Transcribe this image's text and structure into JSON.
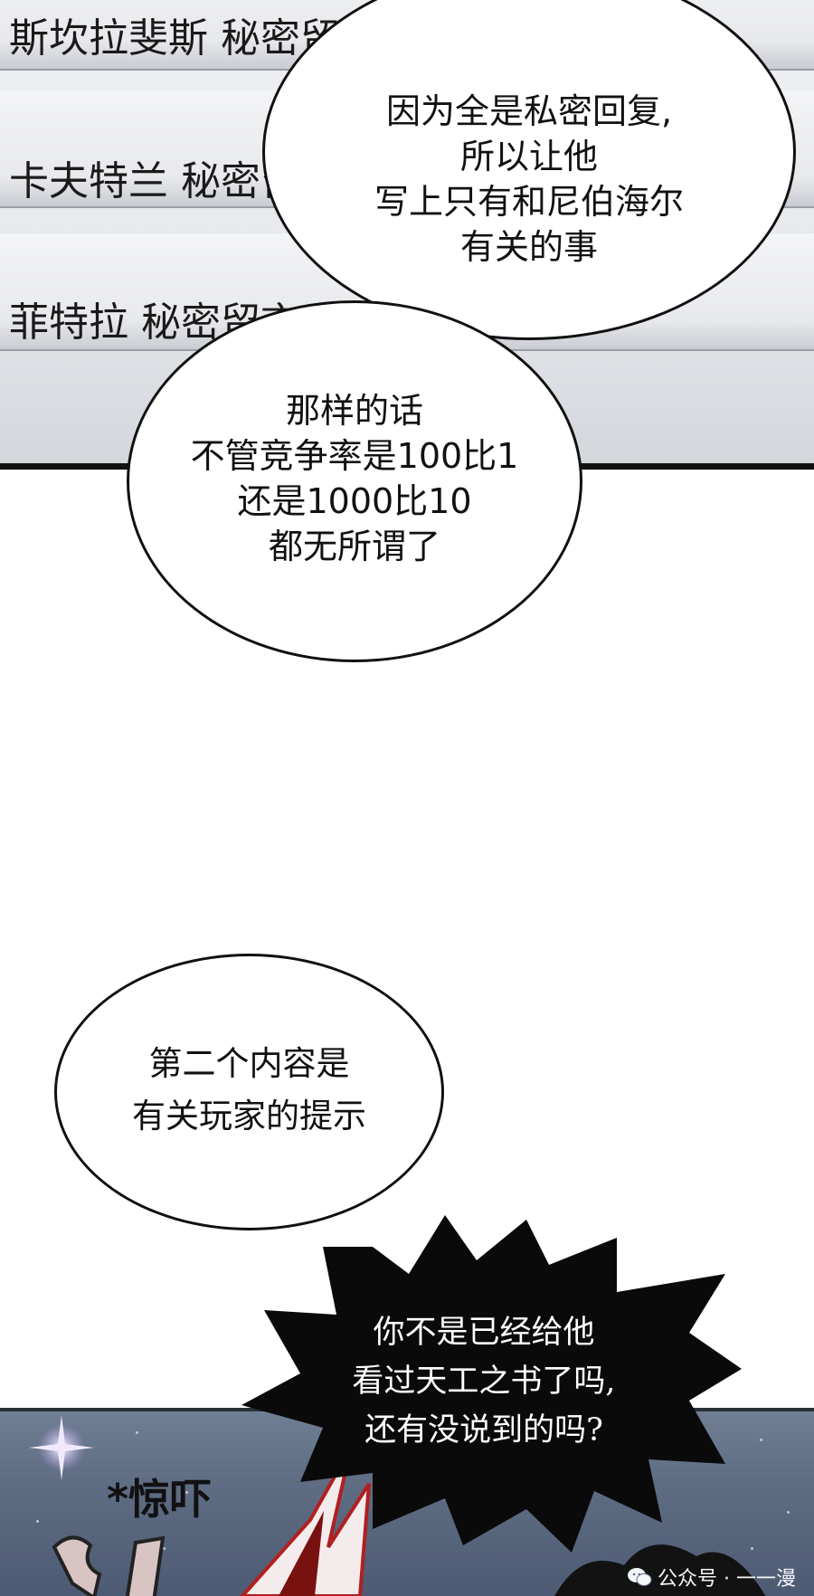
{
  "list_rows": [
    "斯坎拉斐斯 秘密留言",
    "卡夫特兰 秘密留言",
    "菲特拉 秘密留言"
  ],
  "bubbles": [
    {
      "lines": [
        "因为全是私密回复,",
        "所以让他",
        "写上只有和尼伯海尔",
        "有关的事"
      ]
    },
    {
      "lines": [
        "那样的话",
        "不管竞争率是100比1",
        "还是1000比10",
        "都无所谓了"
      ]
    },
    {
      "lines": [
        "第二个内容是",
        "有关玩家的提示"
      ]
    }
  ],
  "spiky_bubble": {
    "lines": [
      "你不是已经给他",
      "看过天工之书了吗,",
      "还有没说到的吗?"
    ]
  },
  "sfx": "*惊吓",
  "watermark": {
    "text": "公众号 · 一一漫",
    "icon": "wechat-icon"
  },
  "colors": {
    "panel_border": "#111111",
    "bottom_sky": "#5d6b82",
    "spiky_fill": "#0a0a0a"
  }
}
